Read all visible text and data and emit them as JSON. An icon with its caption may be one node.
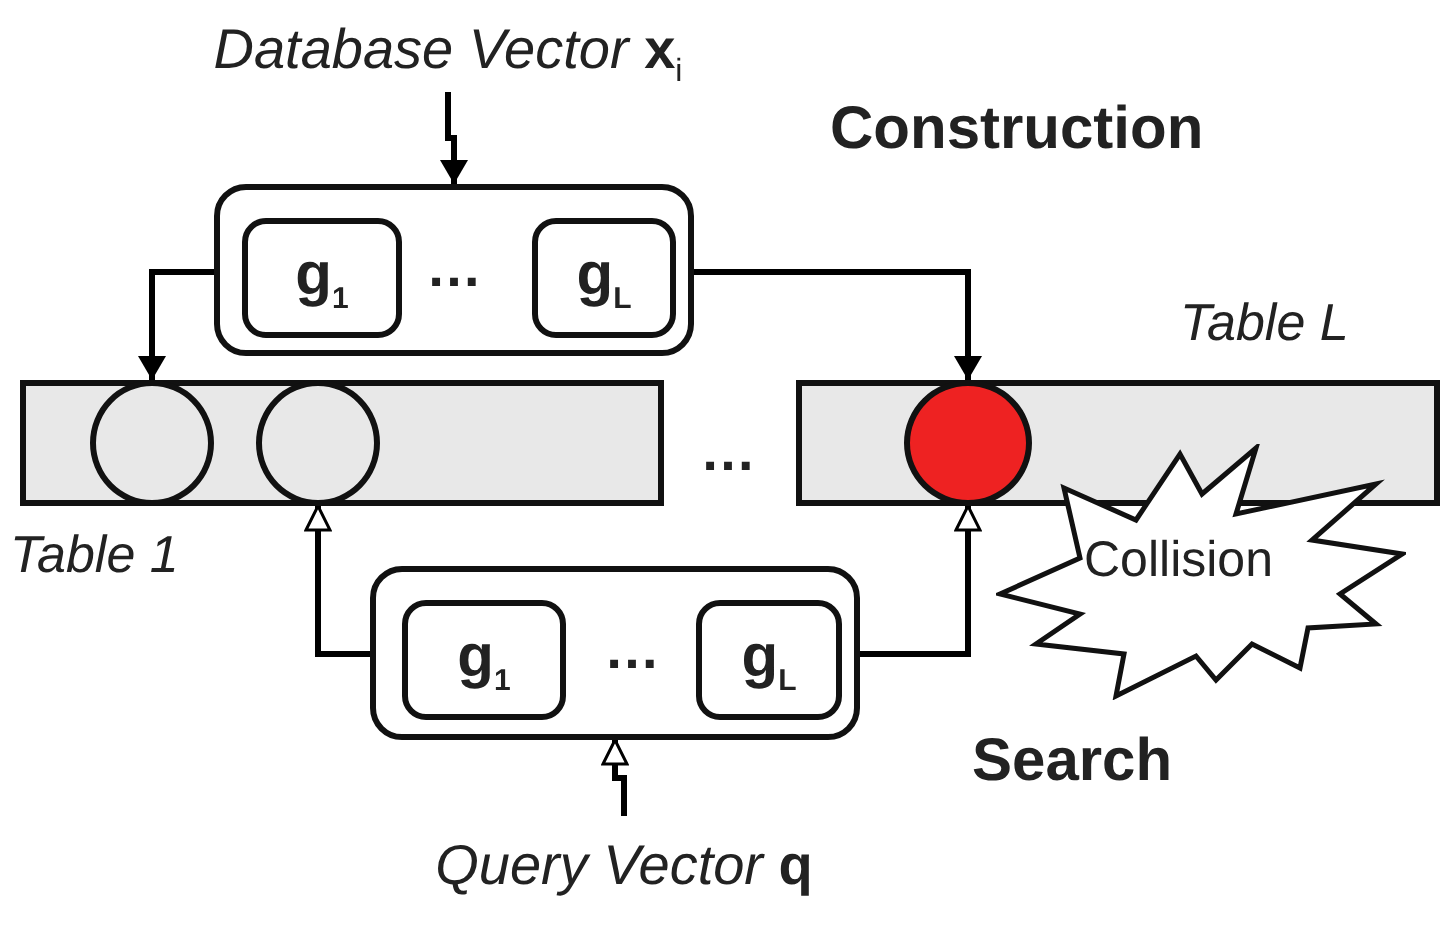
{
  "diagram": {
    "nodes": [
      {
        "text": [
          "Database Vector **x**$_{i}$"
        ]
      },
      {
        "text": [],
        "shape": "box"
      },
      {
        "text": [
          "g$_{1}$"
        ],
        "in": 1
      },
      {
        "text": [
          "g$_{L}$"
        ],
        "in": 1
      },
      {
        "text": [
          "Table 1"
        ]
      },
      {
        "text": [],
        "shape": "circle",
        "in": 4
      },
      {
        "text": [],
        "shape": "circle",
        "in": 4
      },
      {
        "text": [
          "Table L"
        ]
      },
      {
        "text": [],
        "shape": "circle",
        "in": 7
      },
      {
        "text": [
          "Collision"
        ]
      },
      {
        "text": [],
        "shape": "box"
      },
      {
        "text": [
          "g$_{1}$"
        ],
        "in": 10
      },
      {
        "text": [
          "g$_{L}$"
        ],
        "in": 10
      },
      {
        "text": [
          "Query Vector **q**"
        ]
      }
    ],
    "edges": [
      {
        "from": 0,
        "to": 1,
        "arrow": "to"
      },
      {
        "from": 2,
        "to": 5,
        "arrow": "to"
      },
      {
        "from": 3,
        "to": 8,
        "arrow": "to"
      },
      {
        "from": 11,
        "to": 6,
        "arrow": "to"
      },
      {
        "from": 12,
        "to": 8,
        "arrow": "to"
      },
      {
        "from": 13,
        "to": 10,
        "arrow": "to"
      }
    ],
    "labels": [
      "Construction",
      "…",
      "…",
      "…",
      "Search"
    ]
  }
}
